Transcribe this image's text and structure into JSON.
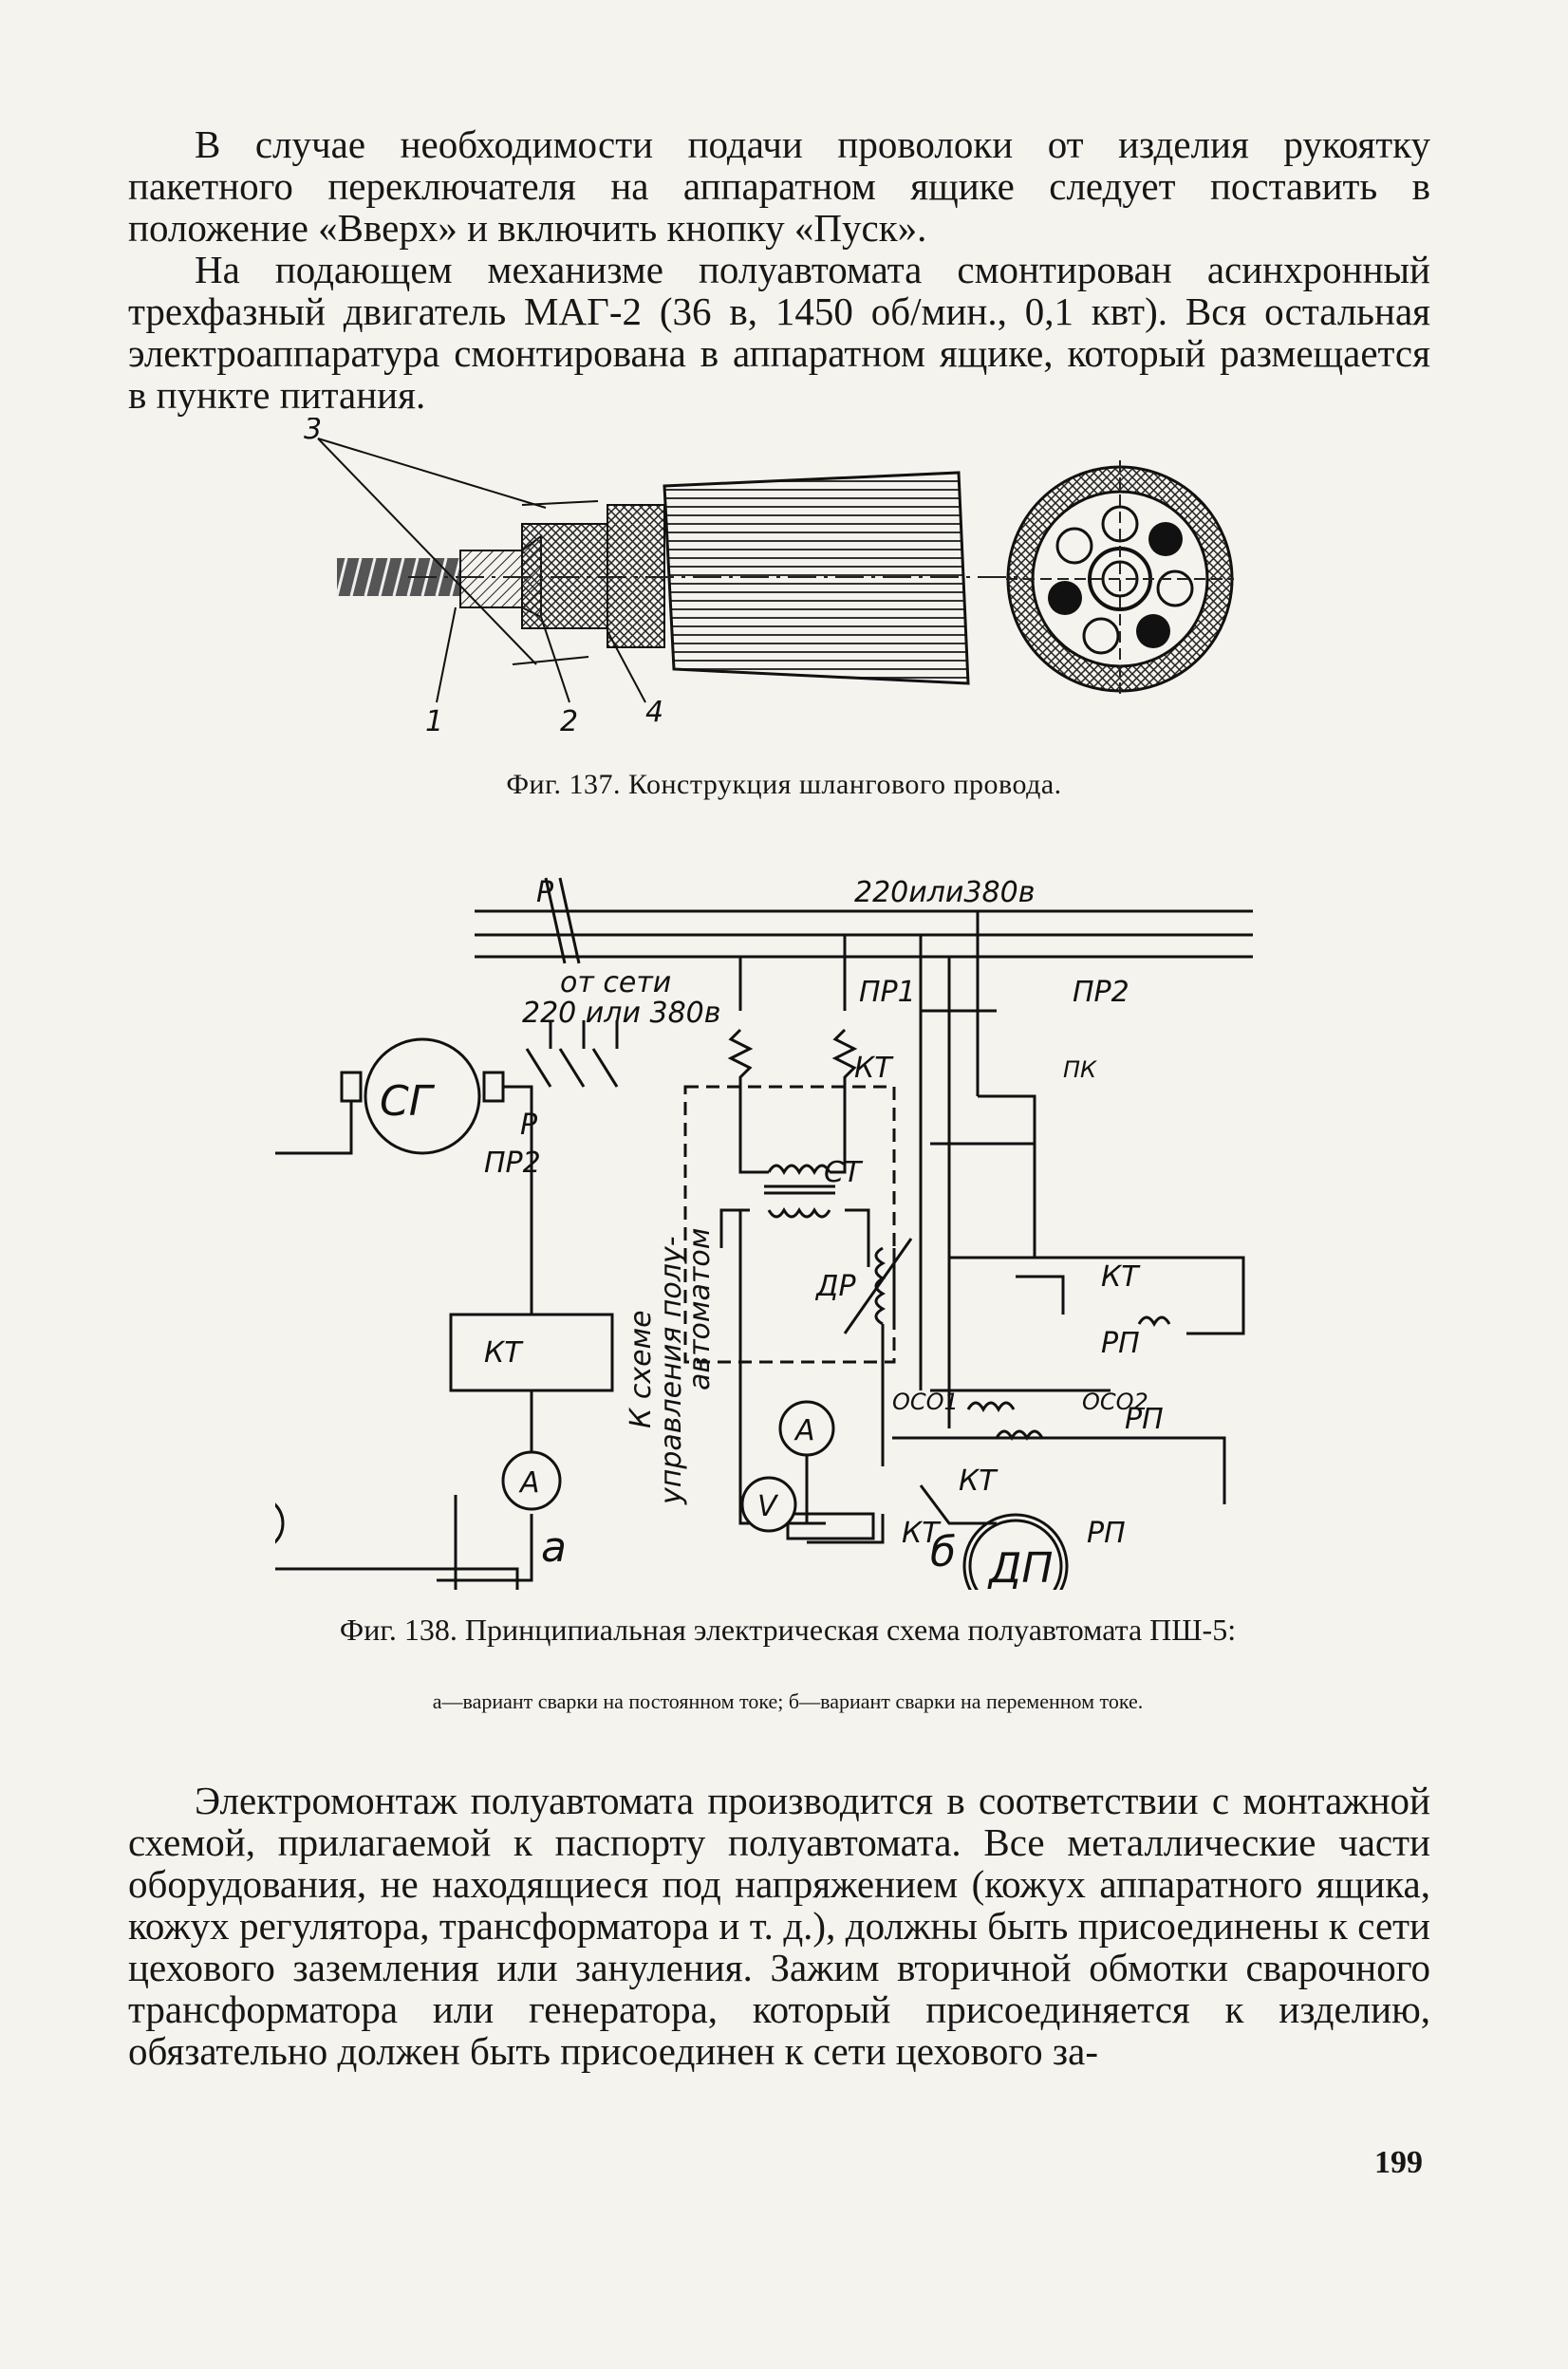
{
  "paragraphs": {
    "p1": "В случае необходимости подачи проволоки от изделия рукоятку пакетного переключателя на аппаратном ящике следует поставить в положение «Вверх» и включить кнопку «Пуск».",
    "p2": "На подающем механизме полуавтомата смонтирован асинхронный трехфазный двигатель МАГ-2 (36 в, 1450 об/мин., 0,1 квт). Вся остальная электроаппаратура смонтирована в аппаратном ящике, который размещается в пункте питания.",
    "p3": "Электромонтаж полуавтомата производится в соответствии с монтажной схемой, прилагаемой к паспорту полуавтомата. Все металлические части оборудования, не находящиеся под напряжением (кожух аппаратного ящика, кожух регулятора, трансформатора и т. д.), должны быть присоединены к сети цехового заземления или зануления. Зажим вторичной обмотки сварочного трансформатора или генератора, который присоединяется к изделию, обязательно должен быть присоединен к сети цехового за-"
  },
  "figure137": {
    "caption": "Фиг. 137. Конструкция шлангового провода.",
    "labels": {
      "l1": "1",
      "l2": "2",
      "l3": "3",
      "l4": "4"
    }
  },
  "figure138": {
    "caption": "Фиг. 138. Принципиальная электрическая схема полуавтомата ПШ-5:",
    "subcaption": "а—вариант сварки на постоянном токе; б—вариант сварки на переменном токе.",
    "labels": {
      "supply": "220или380в",
      "from_net_1": "от сети",
      "from_net_2": "220 или 380в",
      "P": "Р",
      "SG": "СГ",
      "A": "А",
      "V": "V",
      "KT": "КТ",
      "PR1": "ПР1",
      "PR2": "ПР2",
      "PK": "ПК",
      "ST": "СТ",
      "DR": "ДР",
      "RP": "РП",
      "DP": "ДП",
      "OSO1": "ОСО1",
      "OSO2": "ОСО2",
      "to_control_1": "К схеме",
      "to_control_2": "управления полу-",
      "to_control_3": "автоматом",
      "variant_a": "а",
      "variant_b": "б"
    }
  },
  "page_number": "199"
}
